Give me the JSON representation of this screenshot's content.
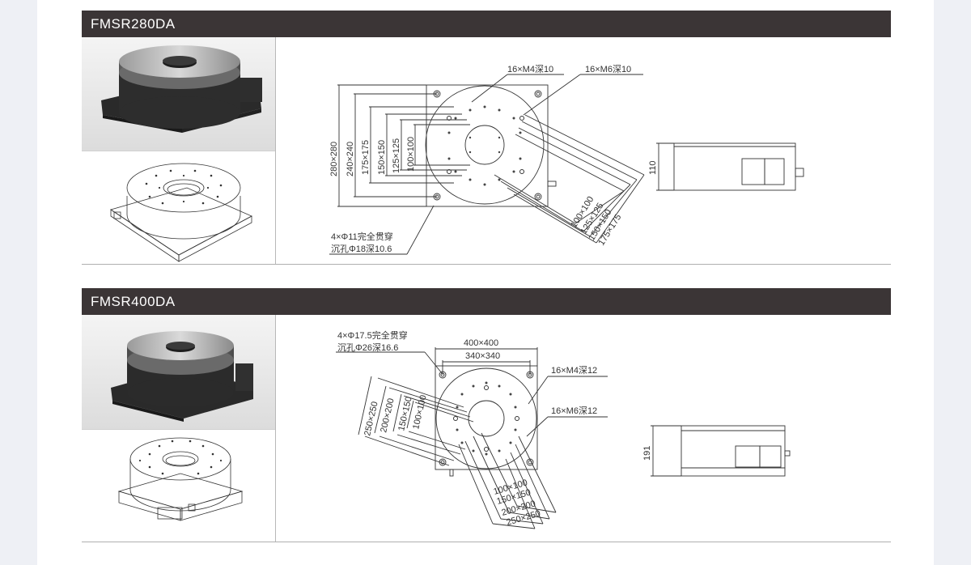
{
  "sections": [
    {
      "model": "FMSR280DA",
      "annotations": {
        "m4": "16×M4深10",
        "m6": "16×M6深10",
        "dim_outer": "280×280",
        "dim_240": "240×240",
        "dim_175": "175×175",
        "dim_150": "150×150",
        "dim_125": "125×125",
        "dim_100": "100×100",
        "through_hole": "4×Φ11完全贯穿",
        "counterbore": "沉孔Φ18深10.6",
        "height": "110"
      }
    },
    {
      "model": "FMSR400DA",
      "annotations": {
        "through_hole": "4×Φ17.5完全贯穿",
        "counterbore": "沉孔Φ26深16.6",
        "dim_400": "400×400",
        "dim_340": "340×340",
        "m4": "16×M4深12",
        "m6": "16×M6深12",
        "dim_250": "250×250",
        "dim_200": "200×200",
        "dim_150": "150×150",
        "dim_100": "100×100",
        "height": "191"
      }
    }
  ]
}
